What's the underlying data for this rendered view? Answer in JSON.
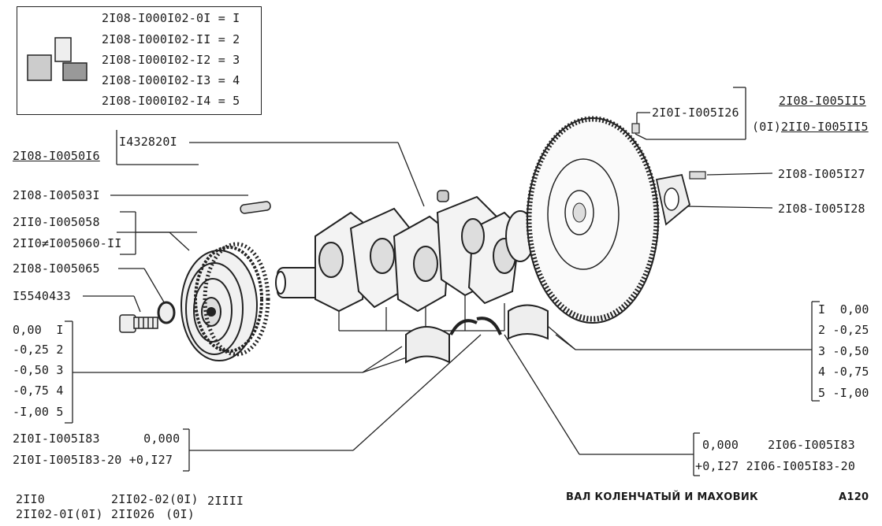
{
  "legend": {
    "rows": [
      {
        "code": "2I08-I000I02-0I",
        "eq": "=",
        "val": "I"
      },
      {
        "code": "2I08-I000I02-II",
        "eq": "=",
        "val": "2"
      },
      {
        "code": "2I08-I000I02-I2",
        "eq": "=",
        "val": "3"
      },
      {
        "code": "2I08-I000I02-I3",
        "eq": "=",
        "val": "4"
      },
      {
        "code": "2I08-I000I02-I4",
        "eq": "=",
        "val": "5"
      }
    ]
  },
  "labels": {
    "l_2108_1005016": "2I08-I0050I6",
    "l_14328201": "I432820I",
    "l_2108_1005031": "2I08-I00503I",
    "l_2110_1005058": "2II0-I005058",
    "l_2110_1005060": "2II0≠I005060-II",
    "l_2108_1005065": "2I08-I005065",
    "l_15540433": "I5540433",
    "l_2101_1005126": "2I0I-I005I26",
    "l_2108_1005115": "2I08-I005II5",
    "l_01": "(0I)",
    "l_2110_1005115": "2II0-I005II5",
    "l_2108_1005127": "2I08-I005I27",
    "l_2108_1005128": "2I08-I005I28"
  },
  "left_sizes": [
    {
      "size": "0,00",
      "num": "I"
    },
    {
      "size": "-0,25",
      "num": "2"
    },
    {
      "size": "-0,50",
      "num": "3"
    },
    {
      "size": "-0,75",
      "num": "4"
    },
    {
      "size": "-I,00",
      "num": "5"
    }
  ],
  "right_sizes": [
    {
      "num": "I",
      "size": "0,00"
    },
    {
      "num": "2",
      "size": "-0,25"
    },
    {
      "num": "3",
      "size": "-0,50"
    },
    {
      "num": "4",
      "size": "-0,75"
    },
    {
      "num": "5",
      "size": "-I,00"
    }
  ],
  "thrust_left": {
    "r1_code": "2I0I-I005I83",
    "r1_size": "0,000",
    "r2_code": "2I0I-I005I83-20",
    "r2_size": "+0,I27"
  },
  "thrust_right": {
    "r1_size": "0,000",
    "r1_code": "2I06-I005I83",
    "r2_size": "+0,I27",
    "r2_code": "2I06-I005I83-20"
  },
  "models": {
    "m1": "2II0",
    "m2": "2II02-0I(0I)",
    "m3": "2II02-02(0I)",
    "m4": "2II026",
    "m5": "(0I)",
    "m6": "2IIII"
  },
  "title": "ВАЛ КОЛЕНЧАТЫЙ И МАХОВИК",
  "page_id": "A120"
}
